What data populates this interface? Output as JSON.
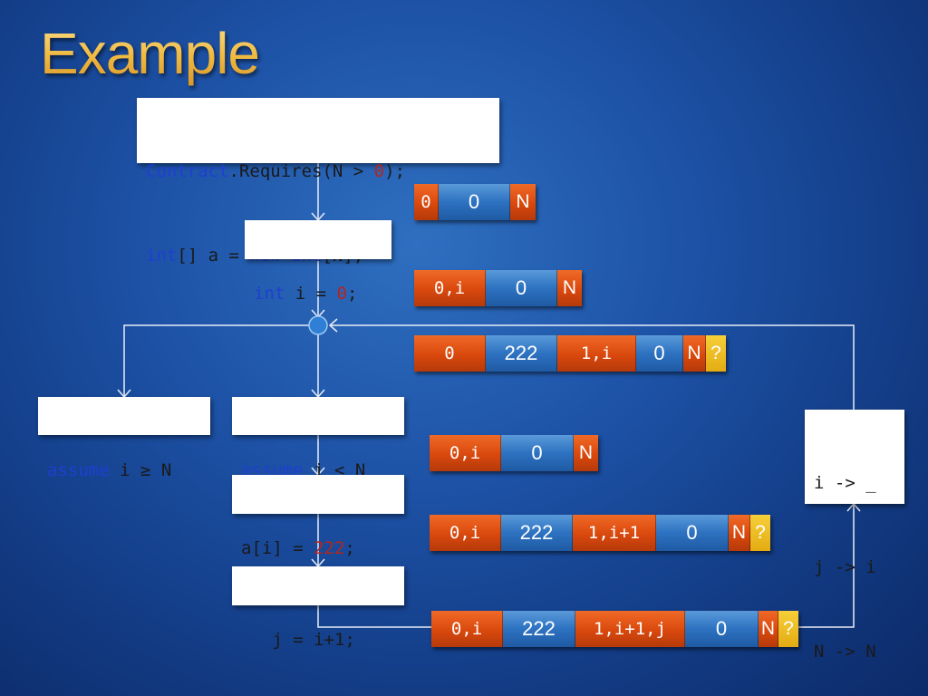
{
  "title": "Example",
  "code": {
    "contract_kw": "Contract",
    "requires_rest": ".Requires(N > ",
    "requires_zero": "0",
    "requires_end": ");",
    "int_kw": "int",
    "brackets_a": "[] a = ",
    "new_kw": "new",
    "space": " ",
    "int_kw2": "int",
    "alloc_end": "[N];",
    "init_kw": "int",
    "init_mid": " i = ",
    "init_zero": "0",
    "init_end": ";",
    "assume_kw": "assume",
    "assume_ge_rest": " i ≥ N",
    "assume_lt_rest": " i < N",
    "assign_pre": "a[i] = ",
    "assign_val": "222",
    "assign_end": ";",
    "j_stmt": "   j = i+1;"
  },
  "mapping": [
    "i -> _",
    "j -> i",
    "N -> N"
  ],
  "arrays": [
    [
      {
        "t": "0",
        "c": "o"
      },
      {
        "t": "0",
        "c": "b"
      },
      {
        "t": "N",
        "c": "o"
      }
    ],
    [
      {
        "t": "0,i",
        "c": "o"
      },
      {
        "t": "0",
        "c": "b"
      },
      {
        "t": "N",
        "c": "o"
      }
    ],
    [
      {
        "t": "0",
        "c": "o"
      },
      {
        "t": "222",
        "c": "b"
      },
      {
        "t": "1,i",
        "c": "o"
      },
      {
        "t": "0",
        "c": "b"
      },
      {
        "t": "N",
        "c": "o"
      },
      {
        "t": "?",
        "c": "y"
      }
    ],
    [
      {
        "t": "0,i",
        "c": "o"
      },
      {
        "t": "0",
        "c": "b"
      },
      {
        "t": "N",
        "c": "o"
      }
    ],
    [
      {
        "t": "0,i",
        "c": "o"
      },
      {
        "t": "222",
        "c": "b"
      },
      {
        "t": "1,i+1",
        "c": "o"
      },
      {
        "t": "0",
        "c": "b"
      },
      {
        "t": "N",
        "c": "o"
      },
      {
        "t": "?",
        "c": "y"
      }
    ],
    [
      {
        "t": "0,i",
        "c": "o"
      },
      {
        "t": "222",
        "c": "b"
      },
      {
        "t": "1,i+1,j",
        "c": "o"
      },
      {
        "t": "0",
        "c": "b"
      },
      {
        "t": "N",
        "c": "o"
      },
      {
        "t": "?",
        "c": "y"
      }
    ]
  ],
  "colors": {
    "segment_orange": "#d9480d",
    "segment_blue": "#2d72c1",
    "segment_yellow": "#e4ac12",
    "keyword": "#1f3fd1",
    "number": "#b3261e",
    "title_gold": "#f2c14e"
  }
}
